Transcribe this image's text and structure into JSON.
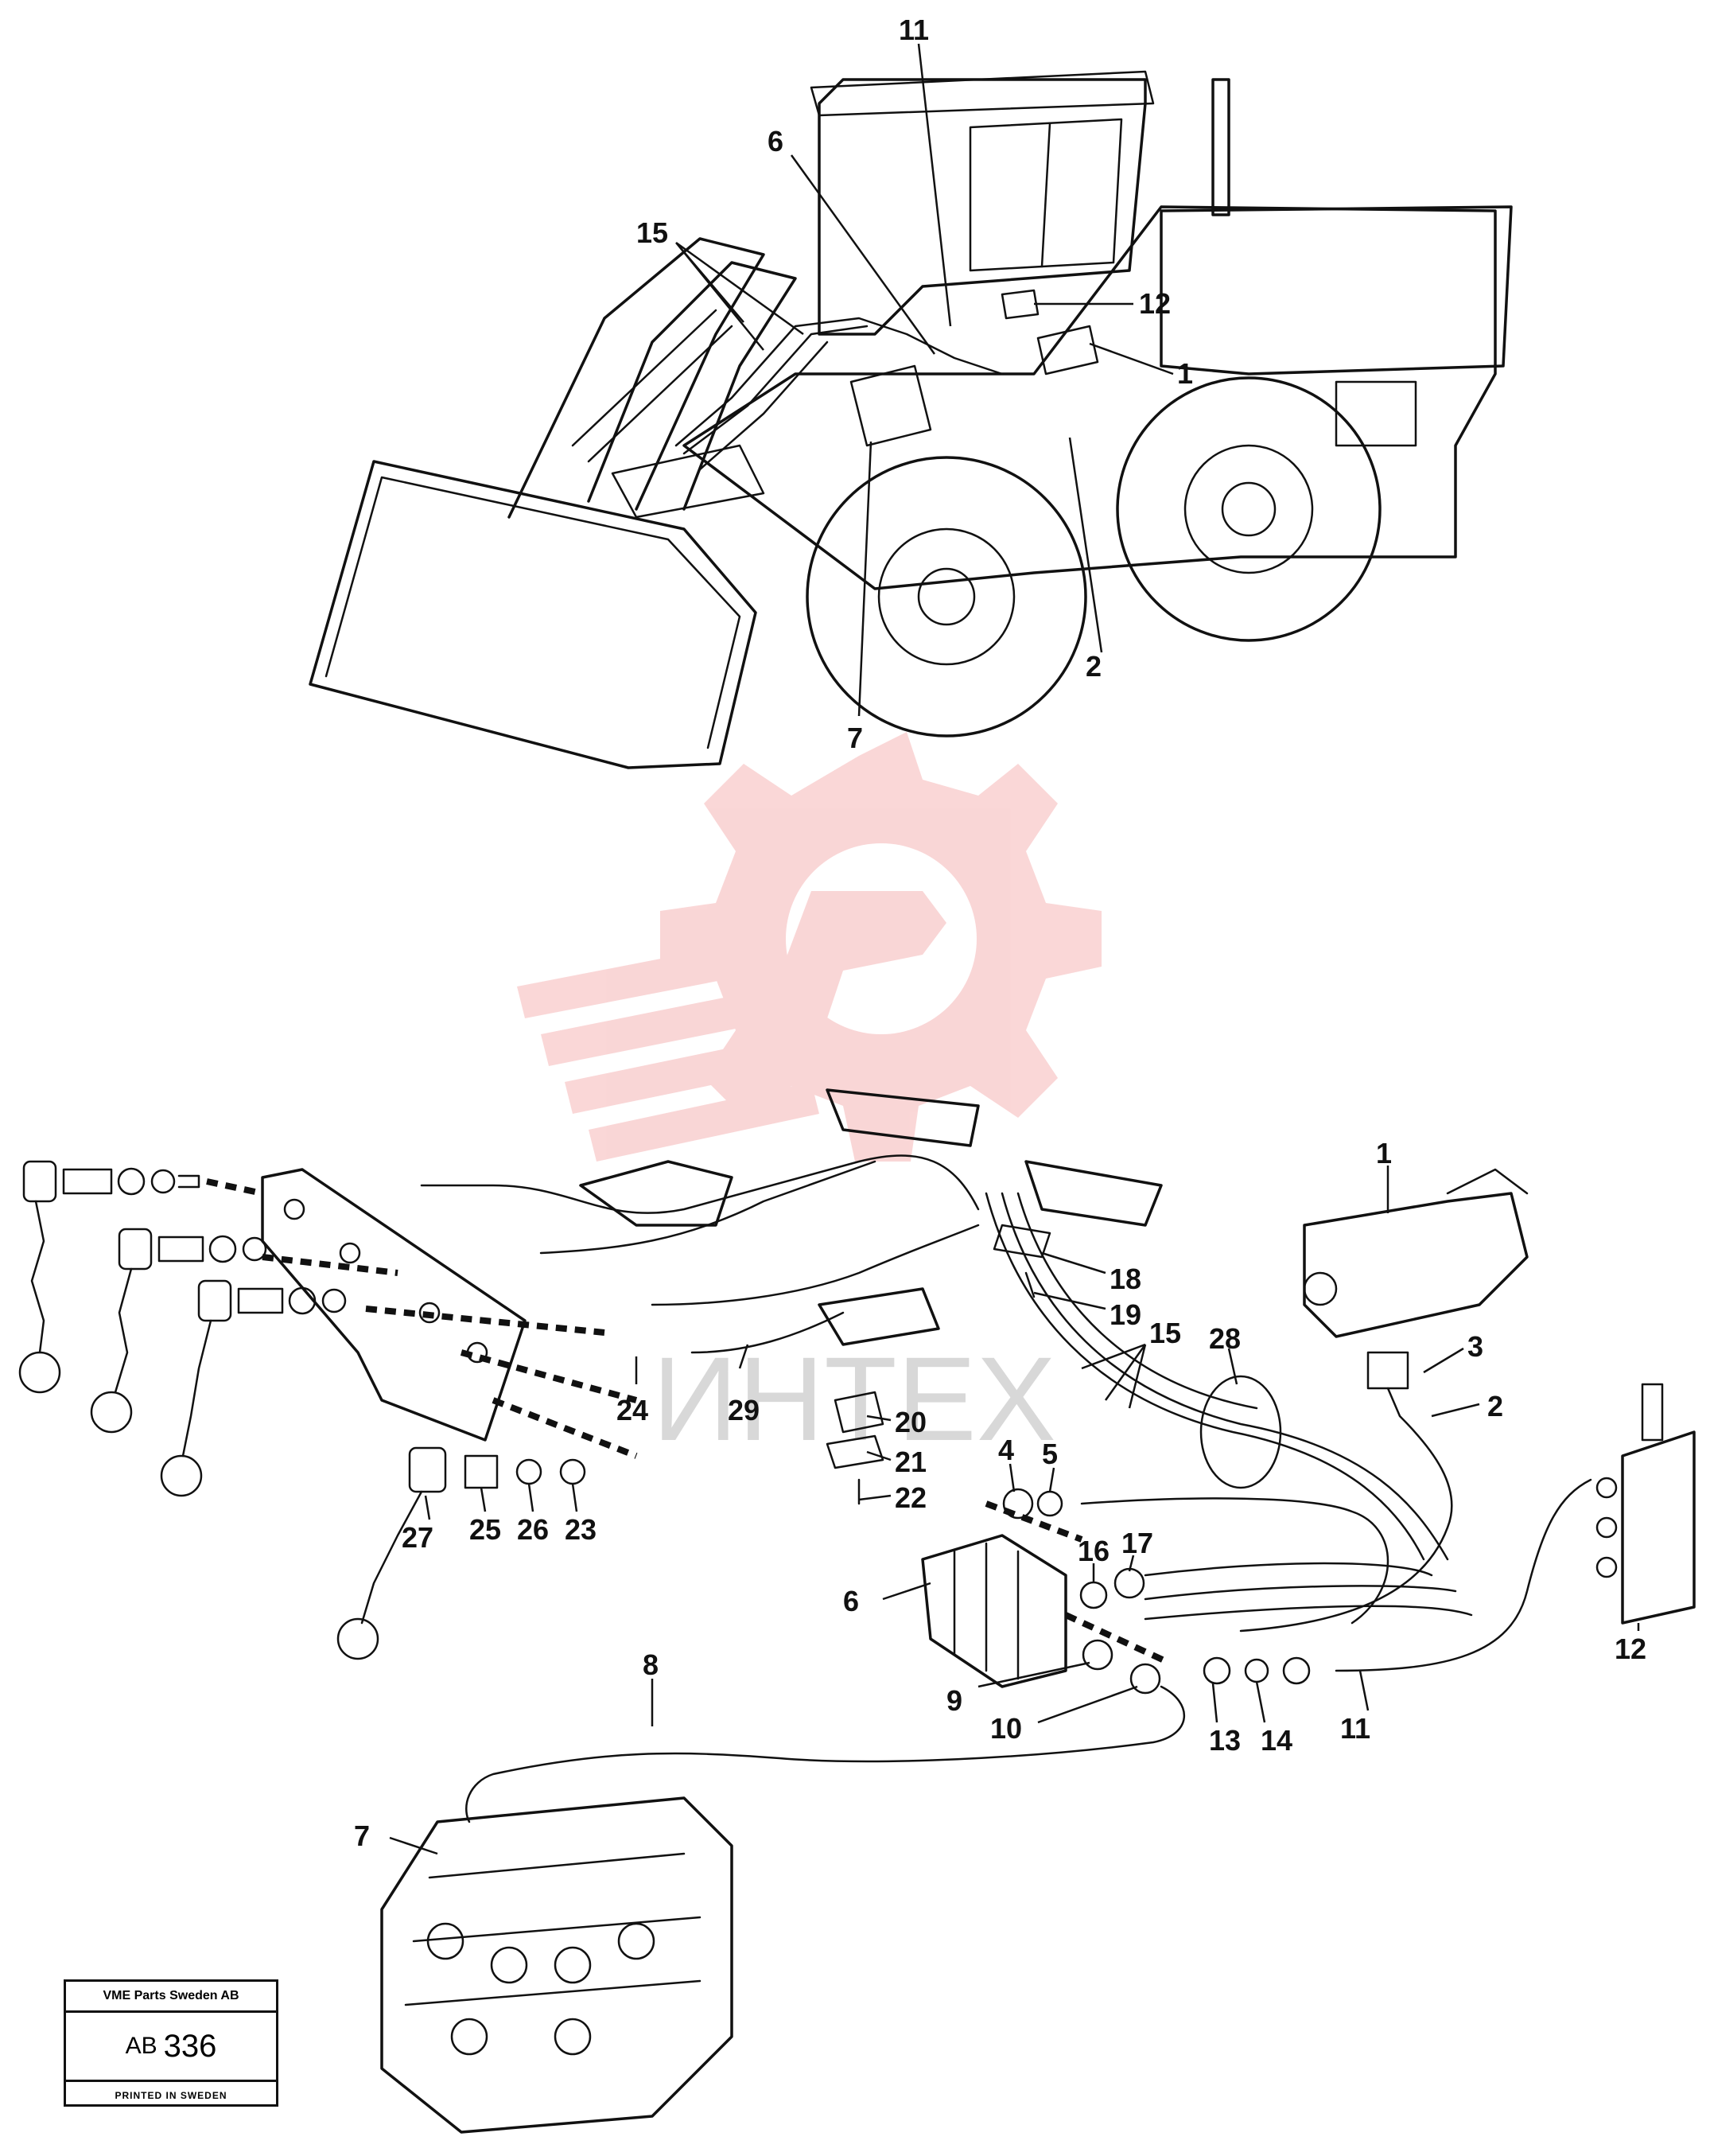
{
  "watermark": {
    "text": "ИНТЕХ",
    "color": "#e8484a"
  },
  "title_block": {
    "company": "VME Parts Sweden AB",
    "code_prefix": "AB",
    "code_number": "336",
    "printed": "PRINTED IN SWEDEN"
  },
  "callouts_top": {
    "c11": "11",
    "c6": "6",
    "c15": "15",
    "c12": "12",
    "c1": "1",
    "c2": "2",
    "c7": "7"
  },
  "callouts_bottom": {
    "c1": "1",
    "c3": "3",
    "c2": "2",
    "c18": "18",
    "c19": "19",
    "c15": "15",
    "c28": "28",
    "c24": "24",
    "c29": "29",
    "c20": "20",
    "c21": "21",
    "c22": "22",
    "c27": "27",
    "c25": "25",
    "c26": "26",
    "c23": "23",
    "c4": "4",
    "c5": "5",
    "c16": "16",
    "c17": "17",
    "c6": "6",
    "c12": "12",
    "c8": "8",
    "c9": "9",
    "c10": "10",
    "c13": "13",
    "c14": "14",
    "c11": "11",
    "c7": "7"
  }
}
